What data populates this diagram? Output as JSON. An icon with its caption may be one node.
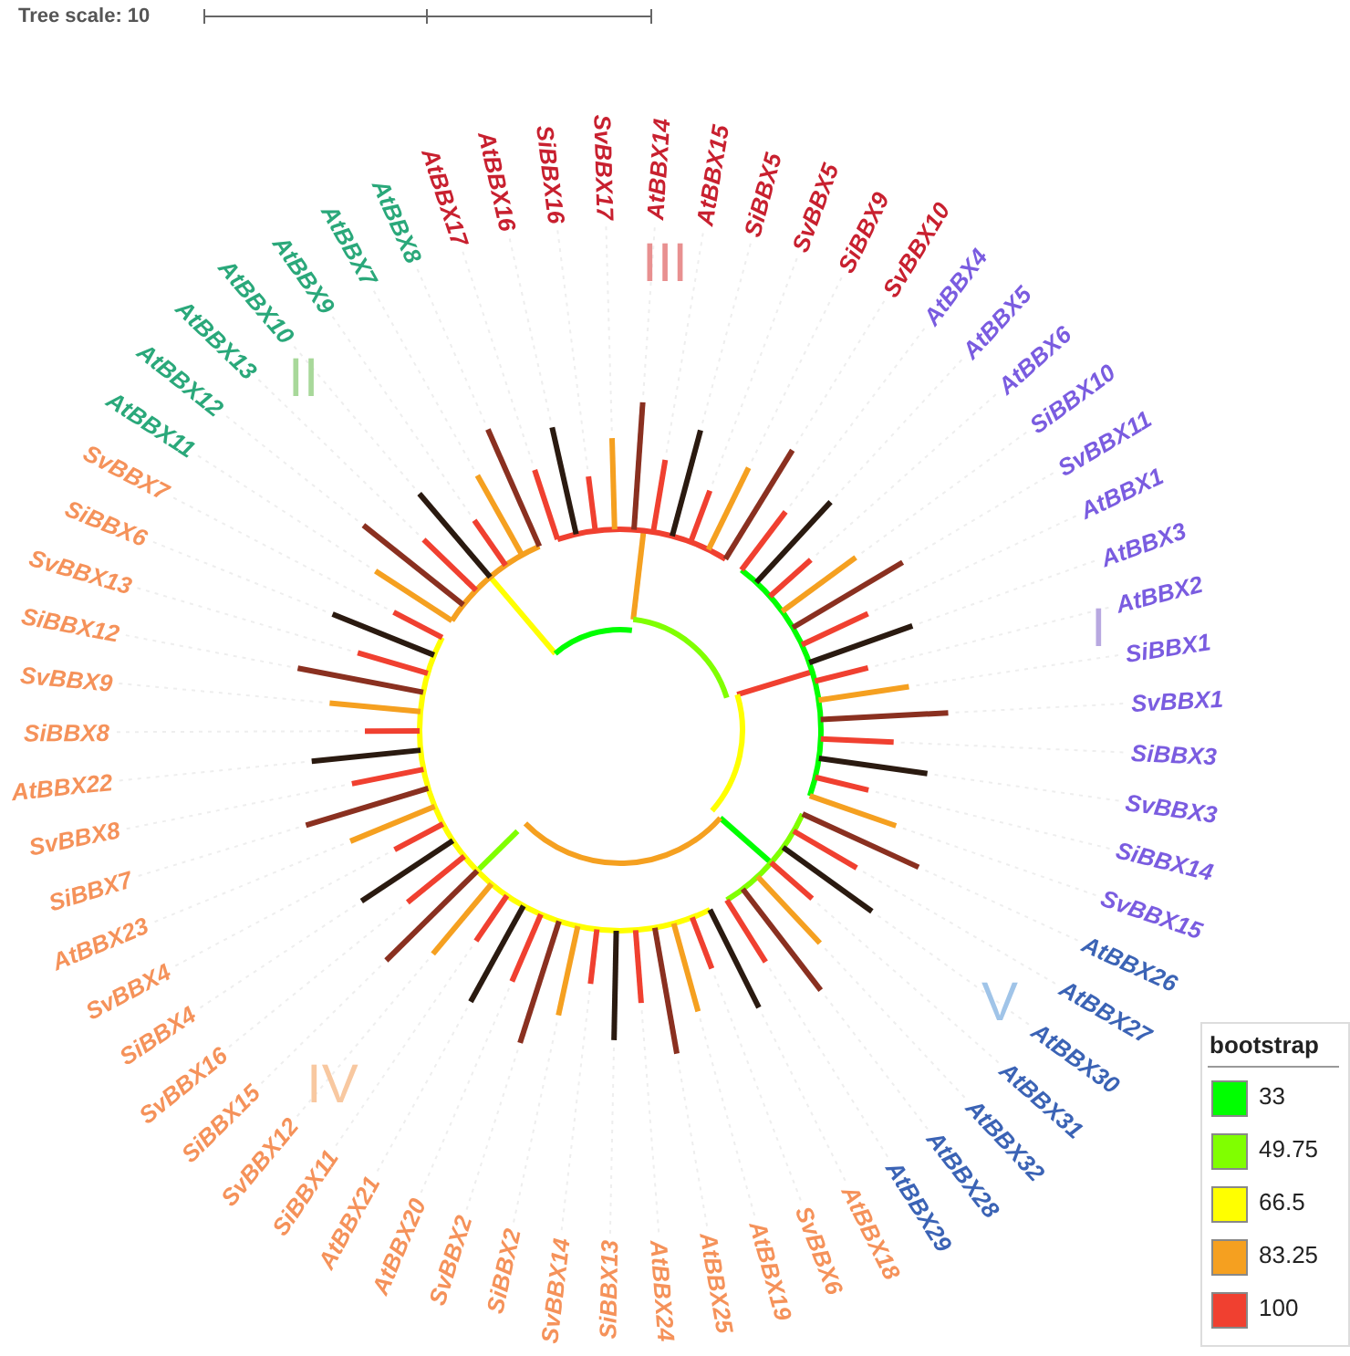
{
  "diagram": {
    "labels": [
      "Tree scale: 10",
      "AtBBX11",
      "AtBBX12",
      "AtBBX13",
      "AtBBX10",
      "AtBBX9",
      "AtBBX7",
      "AtBBX8",
      "AtBBX17",
      "AtBBX16",
      "SiBBX16",
      "SvBBX17",
      "AtBBX14",
      "AtBBX15",
      "SiBBX5",
      "SvBBX5",
      "SiBBX9",
      "SvBBX10",
      "AtBBX4",
      "AtBBX5",
      "AtBBX6",
      "SiBBX10",
      "SvBBX11",
      "AtBBX1",
      "AtBBX3",
      "AtBBX2",
      "SiBBX1",
      "SvBBX1",
      "SiBBX3",
      "SvBBX3",
      "SiBBX14",
      "SvBBX15",
      "AtBBX26",
      "AtBBX27",
      "AtBBX30",
      "AtBBX31",
      "AtBBX32",
      "AtBBX28",
      "AtBBX29",
      "AtBBX18",
      "SvBBX6",
      "AtBBX19",
      "AtBBX25",
      "AtBBX24",
      "SiBBX13",
      "SvBBX14",
      "SiBBX2",
      "SvBBX2",
      "AtBBX20",
      "AtBBX21",
      "SiBBX11",
      "SvBBX12",
      "SiBBX15",
      "SvBBX16",
      "SiBBX4",
      "SvBBX4",
      "AtBBX23",
      "SiBBX7",
      "SvBBX8",
      "AtBBX22",
      "SiBBX8",
      "SvBBX9",
      "SiBBX12",
      "SvBBX13",
      "SiBBX6",
      "SvBBX7",
      "III",
      "II",
      "I",
      "V",
      "IV",
      "bootstrap"
    ],
    "legend": [
      {
        "text": "33",
        "color": "#00ff00"
      },
      {
        "text": "49.75",
        "color": "#80ff00"
      },
      {
        "text": "66.5",
        "color": "#ffff00"
      },
      {
        "text": "83.25",
        "color": "#f5a020"
      },
      {
        "text": "100",
        "color": "#f04030"
      }
    ]
  }
}
